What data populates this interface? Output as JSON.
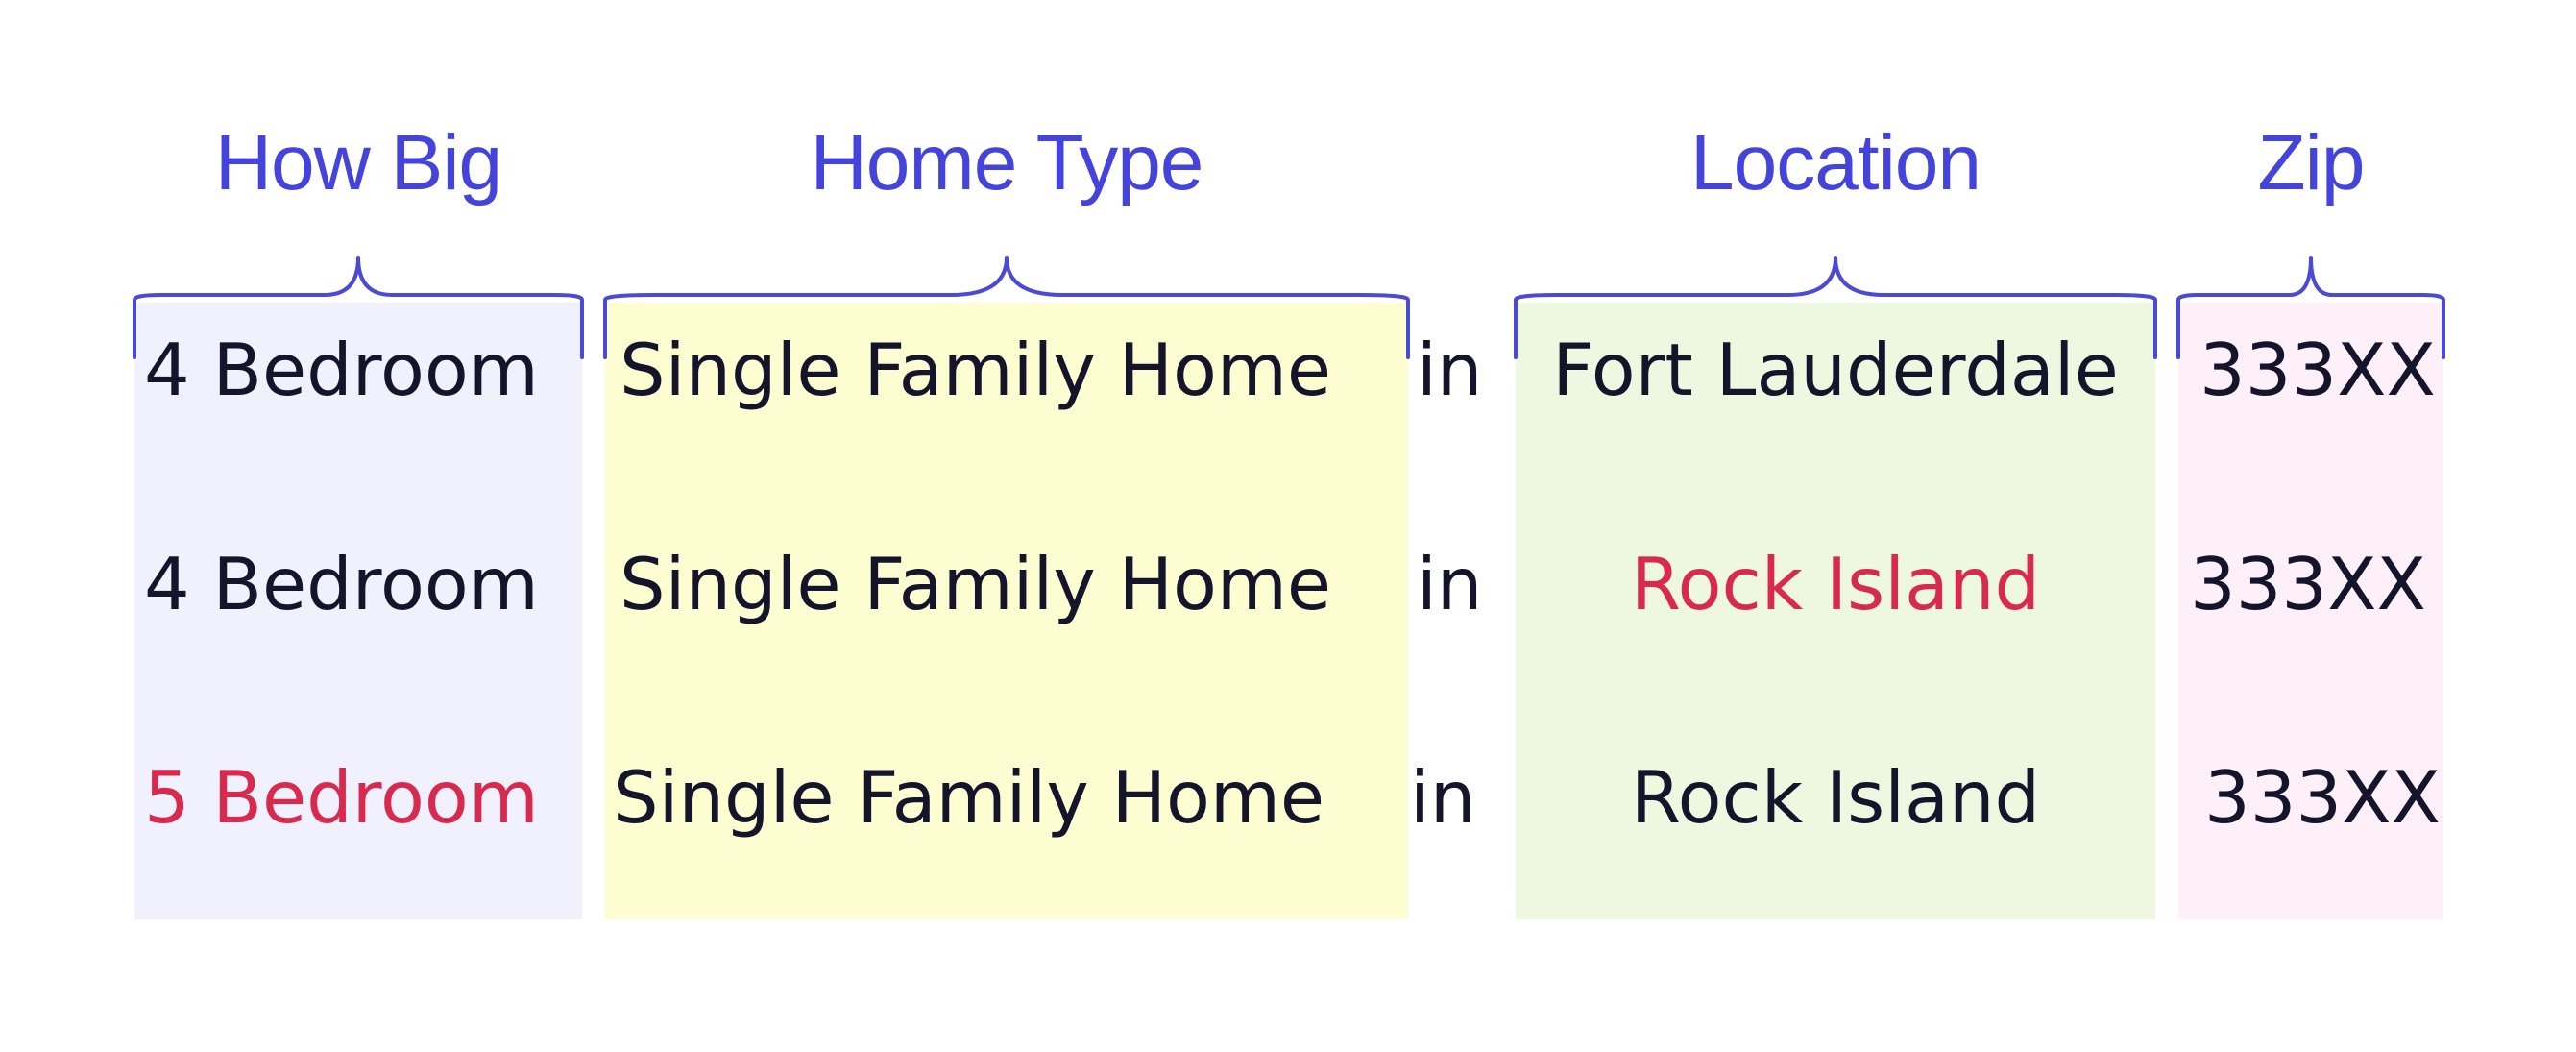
{
  "colors": {
    "header": "#4444dd",
    "brace": "#4a4ad6",
    "text": "#14142b",
    "highlight": "#d72a4e",
    "how_big_bg": "#f1f1fd",
    "home_type_bg": "#fdfdd2",
    "location_bg": "#eef8e1",
    "zip_bg": "#fdf0f9"
  },
  "headers": {
    "how_big": "How Big",
    "home_type": "Home Type",
    "location": "Location",
    "zip": "Zip"
  },
  "rows": [
    {
      "size": "4 Bedroom",
      "type": "Single Family Home",
      "connector": "in",
      "location": "Fort Lauderdale",
      "zip": "333XX",
      "size_changed": false,
      "location_changed": false
    },
    {
      "size": "4 Bedroom",
      "type": "Single Family Home",
      "connector": "in",
      "location": "Rock Island",
      "zip": "333XX",
      "size_changed": false,
      "location_changed": true
    },
    {
      "size": "5 Bedroom",
      "type": "Single Family Home",
      "connector": "in",
      "location": "Rock Island",
      "zip": "333XX",
      "size_changed": true,
      "location_changed": false
    }
  ]
}
